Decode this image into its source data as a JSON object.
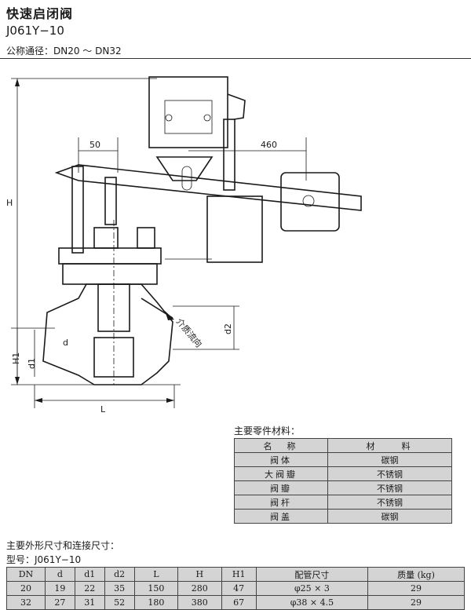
{
  "header": {
    "title": "快速启闭阀",
    "model": "J061Y−10",
    "dn_label": "公称通径：DN20 ～ DN32"
  },
  "drawing": {
    "dim_50": "50",
    "dim_460": "460",
    "dim_H": "H",
    "dim_H1": "H1",
    "dim_d1": "d1",
    "dim_d2": "d2",
    "dim_d": "d",
    "dim_L": "L",
    "flow_label": "介质流向"
  },
  "materials": {
    "heading": "主要零件材料：",
    "columns": [
      "名　称",
      "材　　料"
    ],
    "rows": [
      {
        "name": "阀体",
        "material": "碳钢"
      },
      {
        "name": "大阀瓣",
        "material": "不锈钢"
      },
      {
        "name": "阀瓣",
        "material": "不锈钢"
      },
      {
        "name": "阀杆",
        "material": "不锈钢"
      },
      {
        "name": "阀盖",
        "material": "碳钢"
      }
    ]
  },
  "dimensions": {
    "heading": "主要外形尺寸和连接尺寸：",
    "model_label": "型号：J061Y−10",
    "columns": [
      "DN",
      "d",
      "d1",
      "d2",
      "L",
      "H",
      "H1",
      "配管尺寸",
      "质量 (kg)"
    ],
    "rows": [
      [
        "20",
        "19",
        "22",
        "35",
        "150",
        "280",
        "47",
        "φ25 × 3",
        "29"
      ],
      [
        "32",
        "27",
        "31",
        "52",
        "180",
        "380",
        "67",
        "φ38 × 4.5",
        "29"
      ]
    ]
  }
}
